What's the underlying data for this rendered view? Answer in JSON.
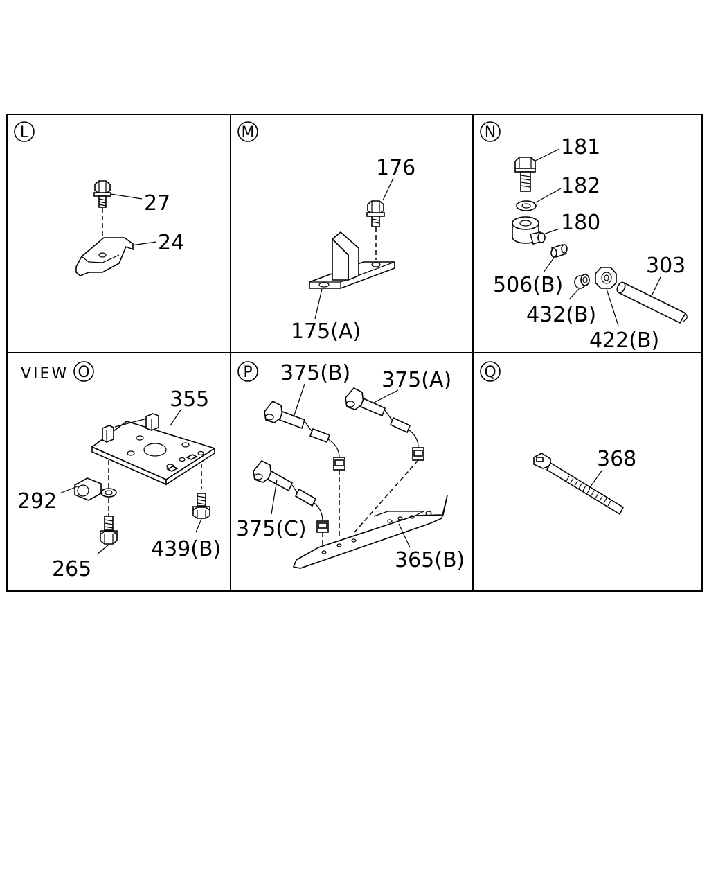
{
  "panels": {
    "L": {
      "marker": "L",
      "labels": {
        "bolt": "27",
        "clip": "24"
      }
    },
    "M": {
      "marker": "M",
      "labels": {
        "bolt": "176",
        "bracket": "175(A)"
      }
    },
    "N": {
      "marker": "N",
      "labels": {
        "eyebolt": "181",
        "washer": "182",
        "eye": "180",
        "sleeve": "506(B)",
        "ferrule": "432(B)",
        "nut": "422(B)",
        "pipe": "303"
      }
    },
    "O": {
      "view_text": "VIEW",
      "marker": "O",
      "labels": {
        "plate": "355",
        "clip": "292",
        "bolt_a": "265",
        "bolt_b": "439(B)"
      }
    },
    "P": {
      "marker": "P",
      "labels": {
        "wire_b": "375(B)",
        "wire_a": "375(A)",
        "wire_c": "375(C)",
        "bracket": "365(B)"
      }
    },
    "Q": {
      "marker": "Q",
      "labels": {
        "tie": "368"
      }
    }
  }
}
